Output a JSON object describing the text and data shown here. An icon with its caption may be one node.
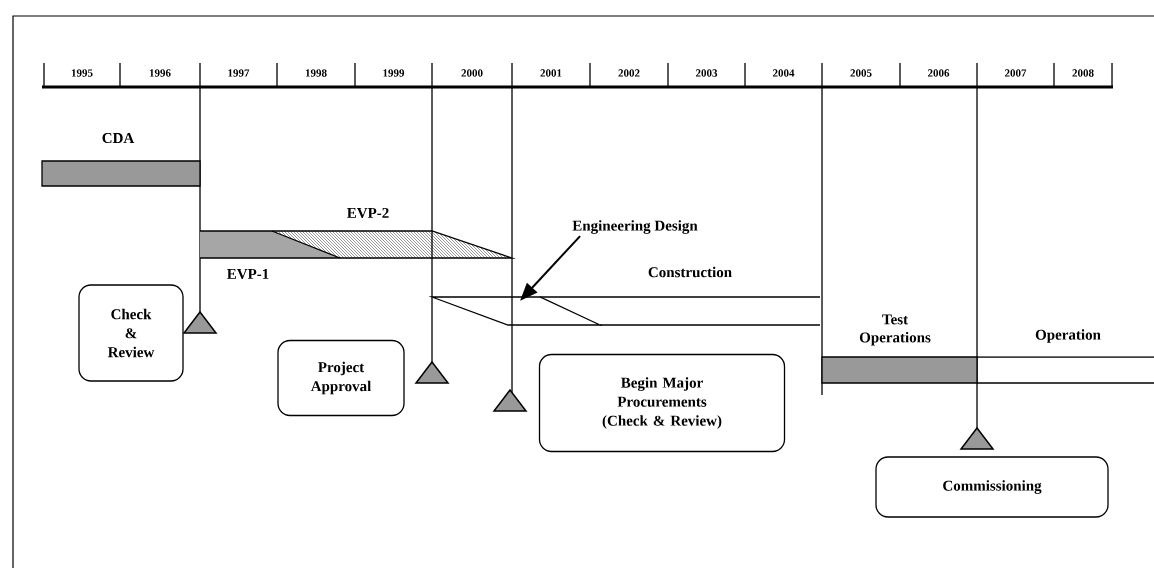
{
  "diagram": {
    "nodes": [
      {
        "text": [
          "CDA"
        ]
      },
      {
        "text": [
          "EVP-2",
          "EVP-1"
        ]
      },
      {
        "text": [
          "Engineering Design"
        ]
      },
      {
        "text": [],
        "shape": "bar"
      },
      {
        "text": [
          "Construction"
        ]
      },
      {
        "text": [
          "Check & Review"
        ]
      },
      {
        "text": [
          "Project Approval"
        ]
      },
      {
        "text": [
          "Begin Major Procurements (Check & Review)"
        ]
      },
      {
        "text": [
          "Test Operations"
        ]
      },
      {
        "text": [
          "Operation"
        ]
      },
      {
        "text": [
          "Commissioning"
        ]
      }
    ],
    "edges": [
      {
        "from": 2,
        "to": 3,
        "arrow": "to"
      }
    ],
    "labels": [
      "1995",
      "1996",
      "1997",
      "1998",
      "1999",
      "2000",
      "2001",
      "2002",
      "2003",
      "2004",
      "2005",
      "2006",
      "2007",
      "2008"
    ]
  }
}
